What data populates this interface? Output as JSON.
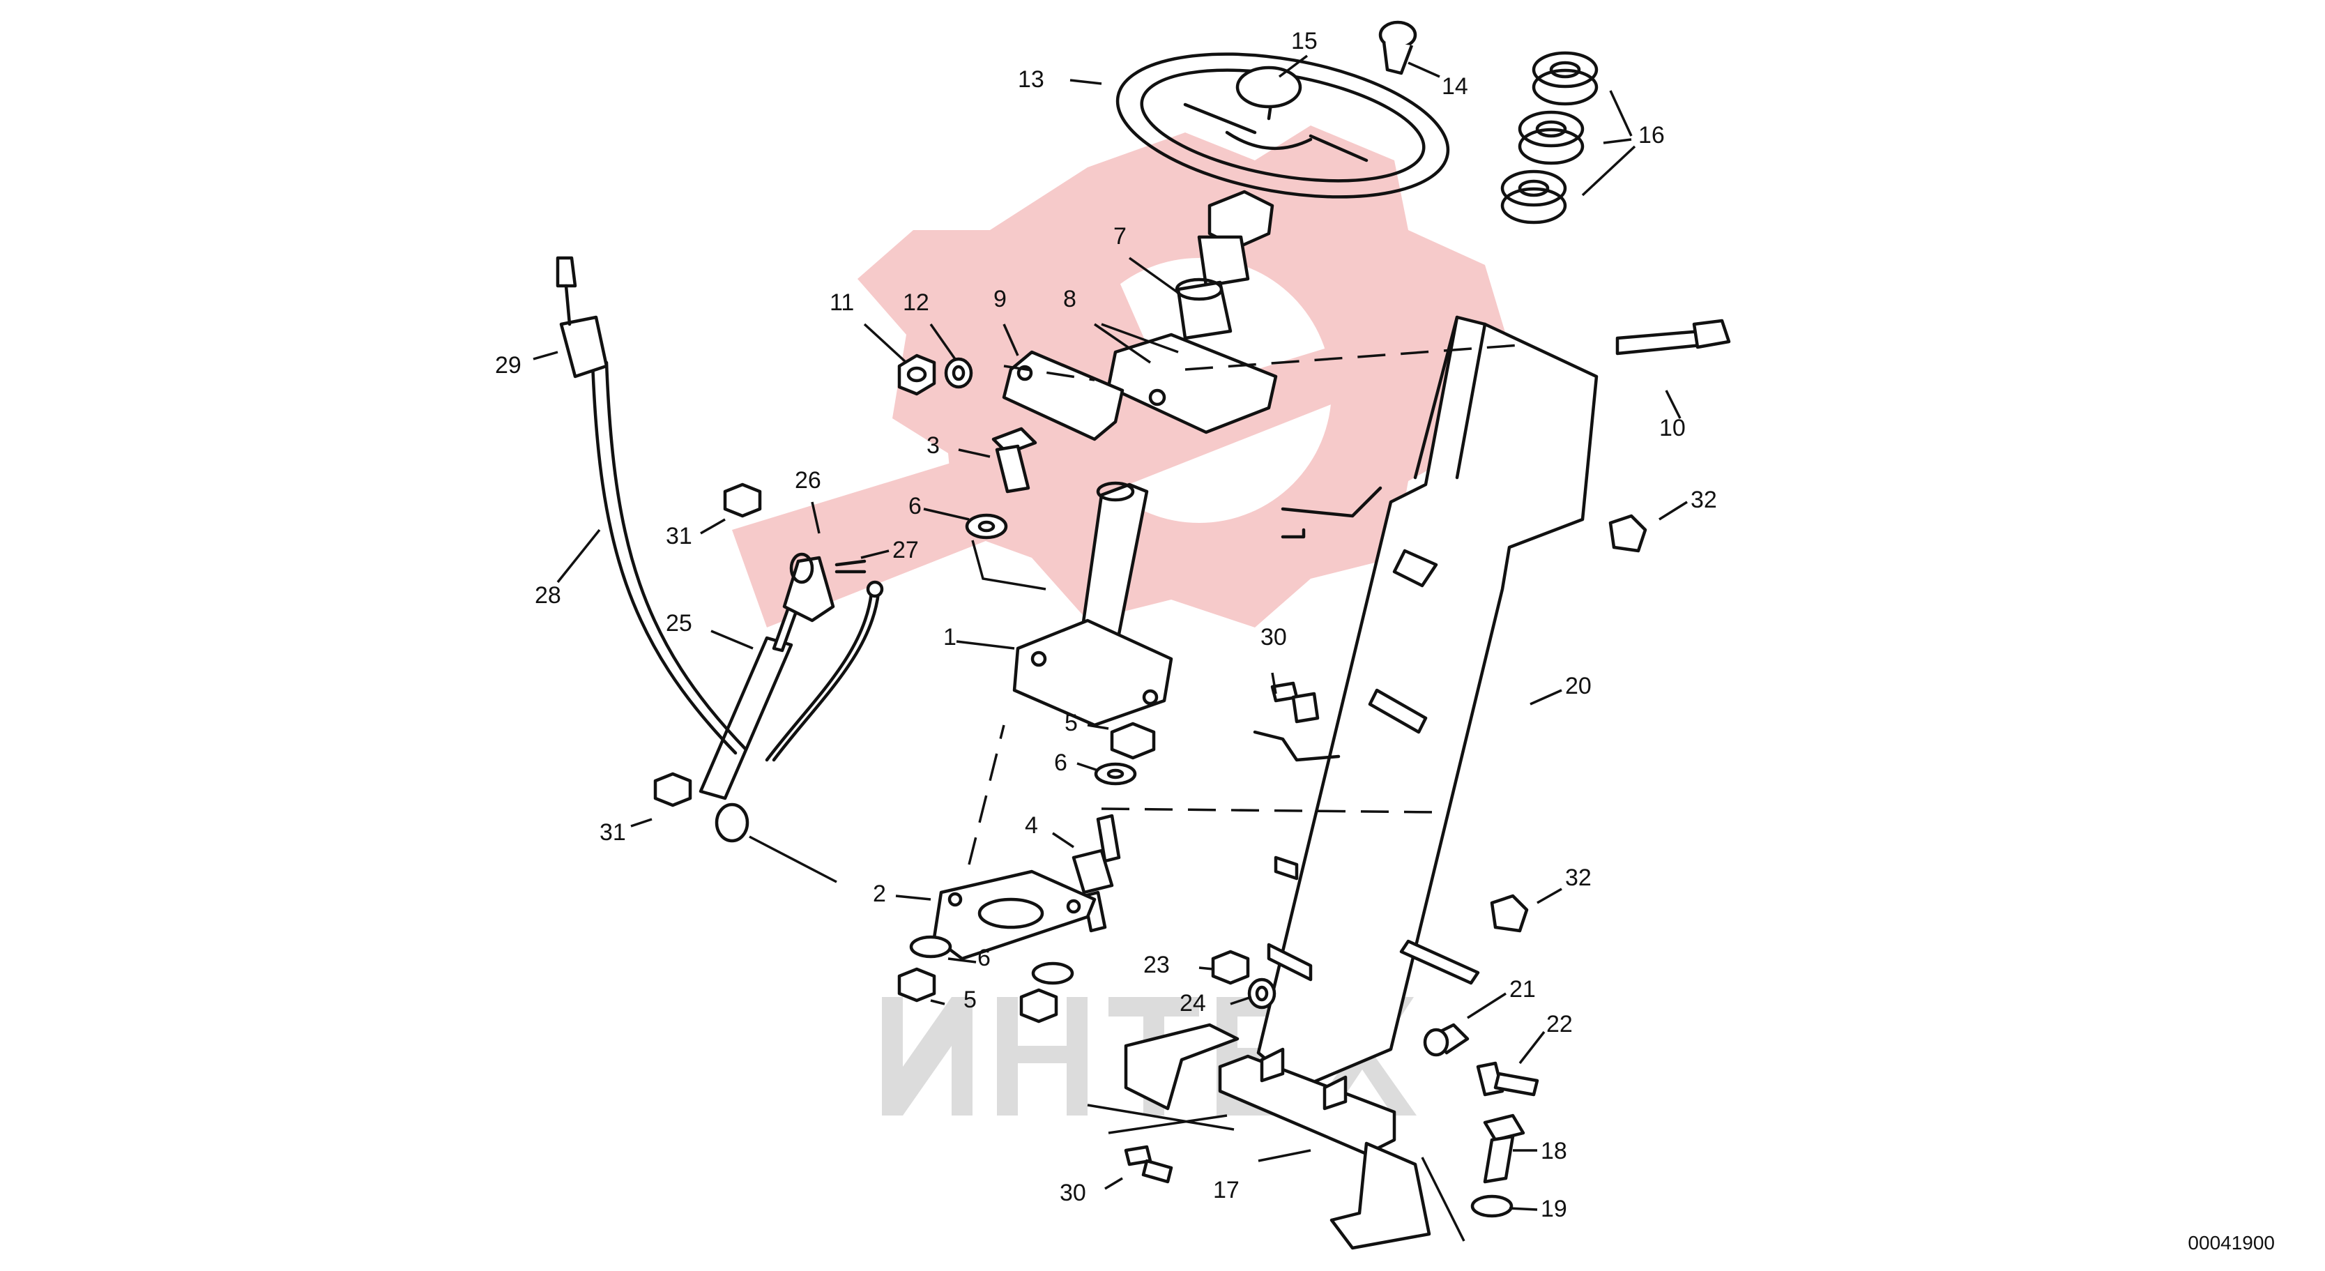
{
  "diagram": {
    "drawing_code": "00041900",
    "watermark": {
      "lettering": "ИНТЕХ",
      "color": "#f4c6c6"
    },
    "callouts": [
      "1",
      "2",
      "3",
      "4",
      "5",
      "5",
      "6",
      "6",
      "6",
      "7",
      "8",
      "9",
      "10",
      "11",
      "12",
      "13",
      "14",
      "15",
      "16",
      "17",
      "18",
      "19",
      "20",
      "21",
      "22",
      "23",
      "24",
      "25",
      "26",
      "27",
      "28",
      "29",
      "30",
      "30",
      "31",
      "31",
      "32",
      "32"
    ]
  }
}
